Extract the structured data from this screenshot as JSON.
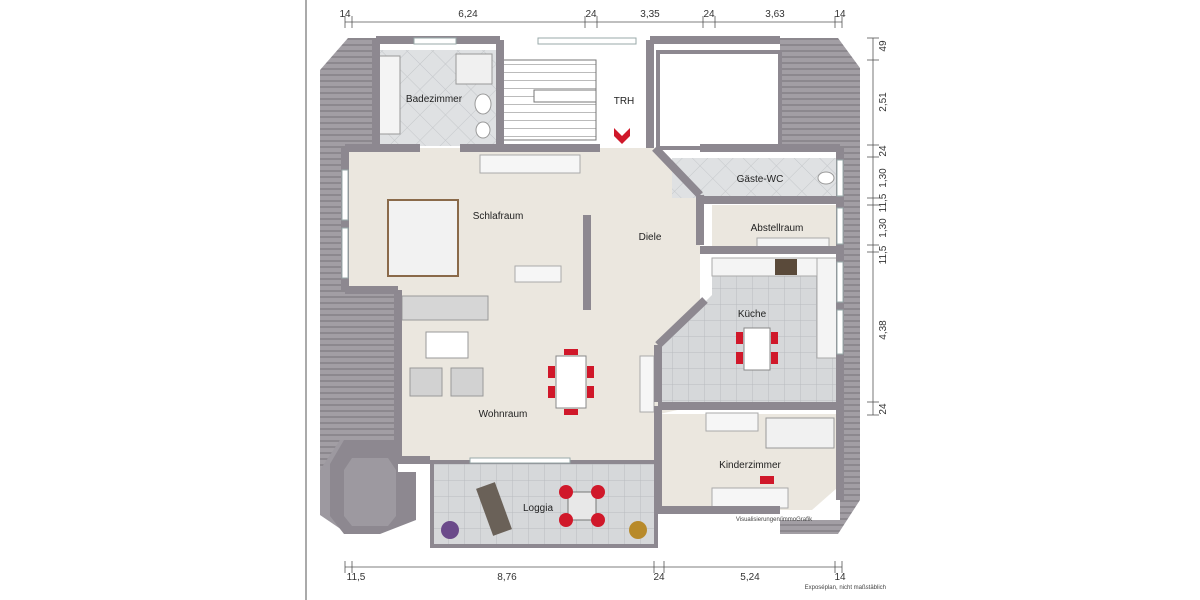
{
  "top_dims": [
    "14",
    "6,24",
    "24",
    "3,35",
    "24",
    "3,63",
    "14"
  ],
  "bottom_dims": [
    "11,5",
    "8,76",
    "24",
    "5,24",
    "14"
  ],
  "right_dims": [
    "49",
    "2,51",
    "24",
    "1,30",
    "11,5",
    "1,30",
    "11,5",
    "4,38",
    "24"
  ],
  "rooms": {
    "badezimmer": "Badezimmer",
    "trh": "TRH",
    "schlafraum": "Schlafraum",
    "diele": "Diele",
    "gaeste_wc": "Gäste-WC",
    "abstellraum": "Abstellraum",
    "kueche": "Küche",
    "wohnraum": "Wohnraum",
    "kinderzimmer": "Kinderzimmer",
    "loggia": "Loggia"
  },
  "footnote": "Exposéplan, nicht maßstäblich",
  "watermark": "Visualisierungen/immoGrafik",
  "colors": {
    "wall": "#8d8890",
    "floor": "#ebe7df",
    "roof": "#9a969c",
    "tile": "#d8dbdd",
    "accent": "#d0182a"
  }
}
